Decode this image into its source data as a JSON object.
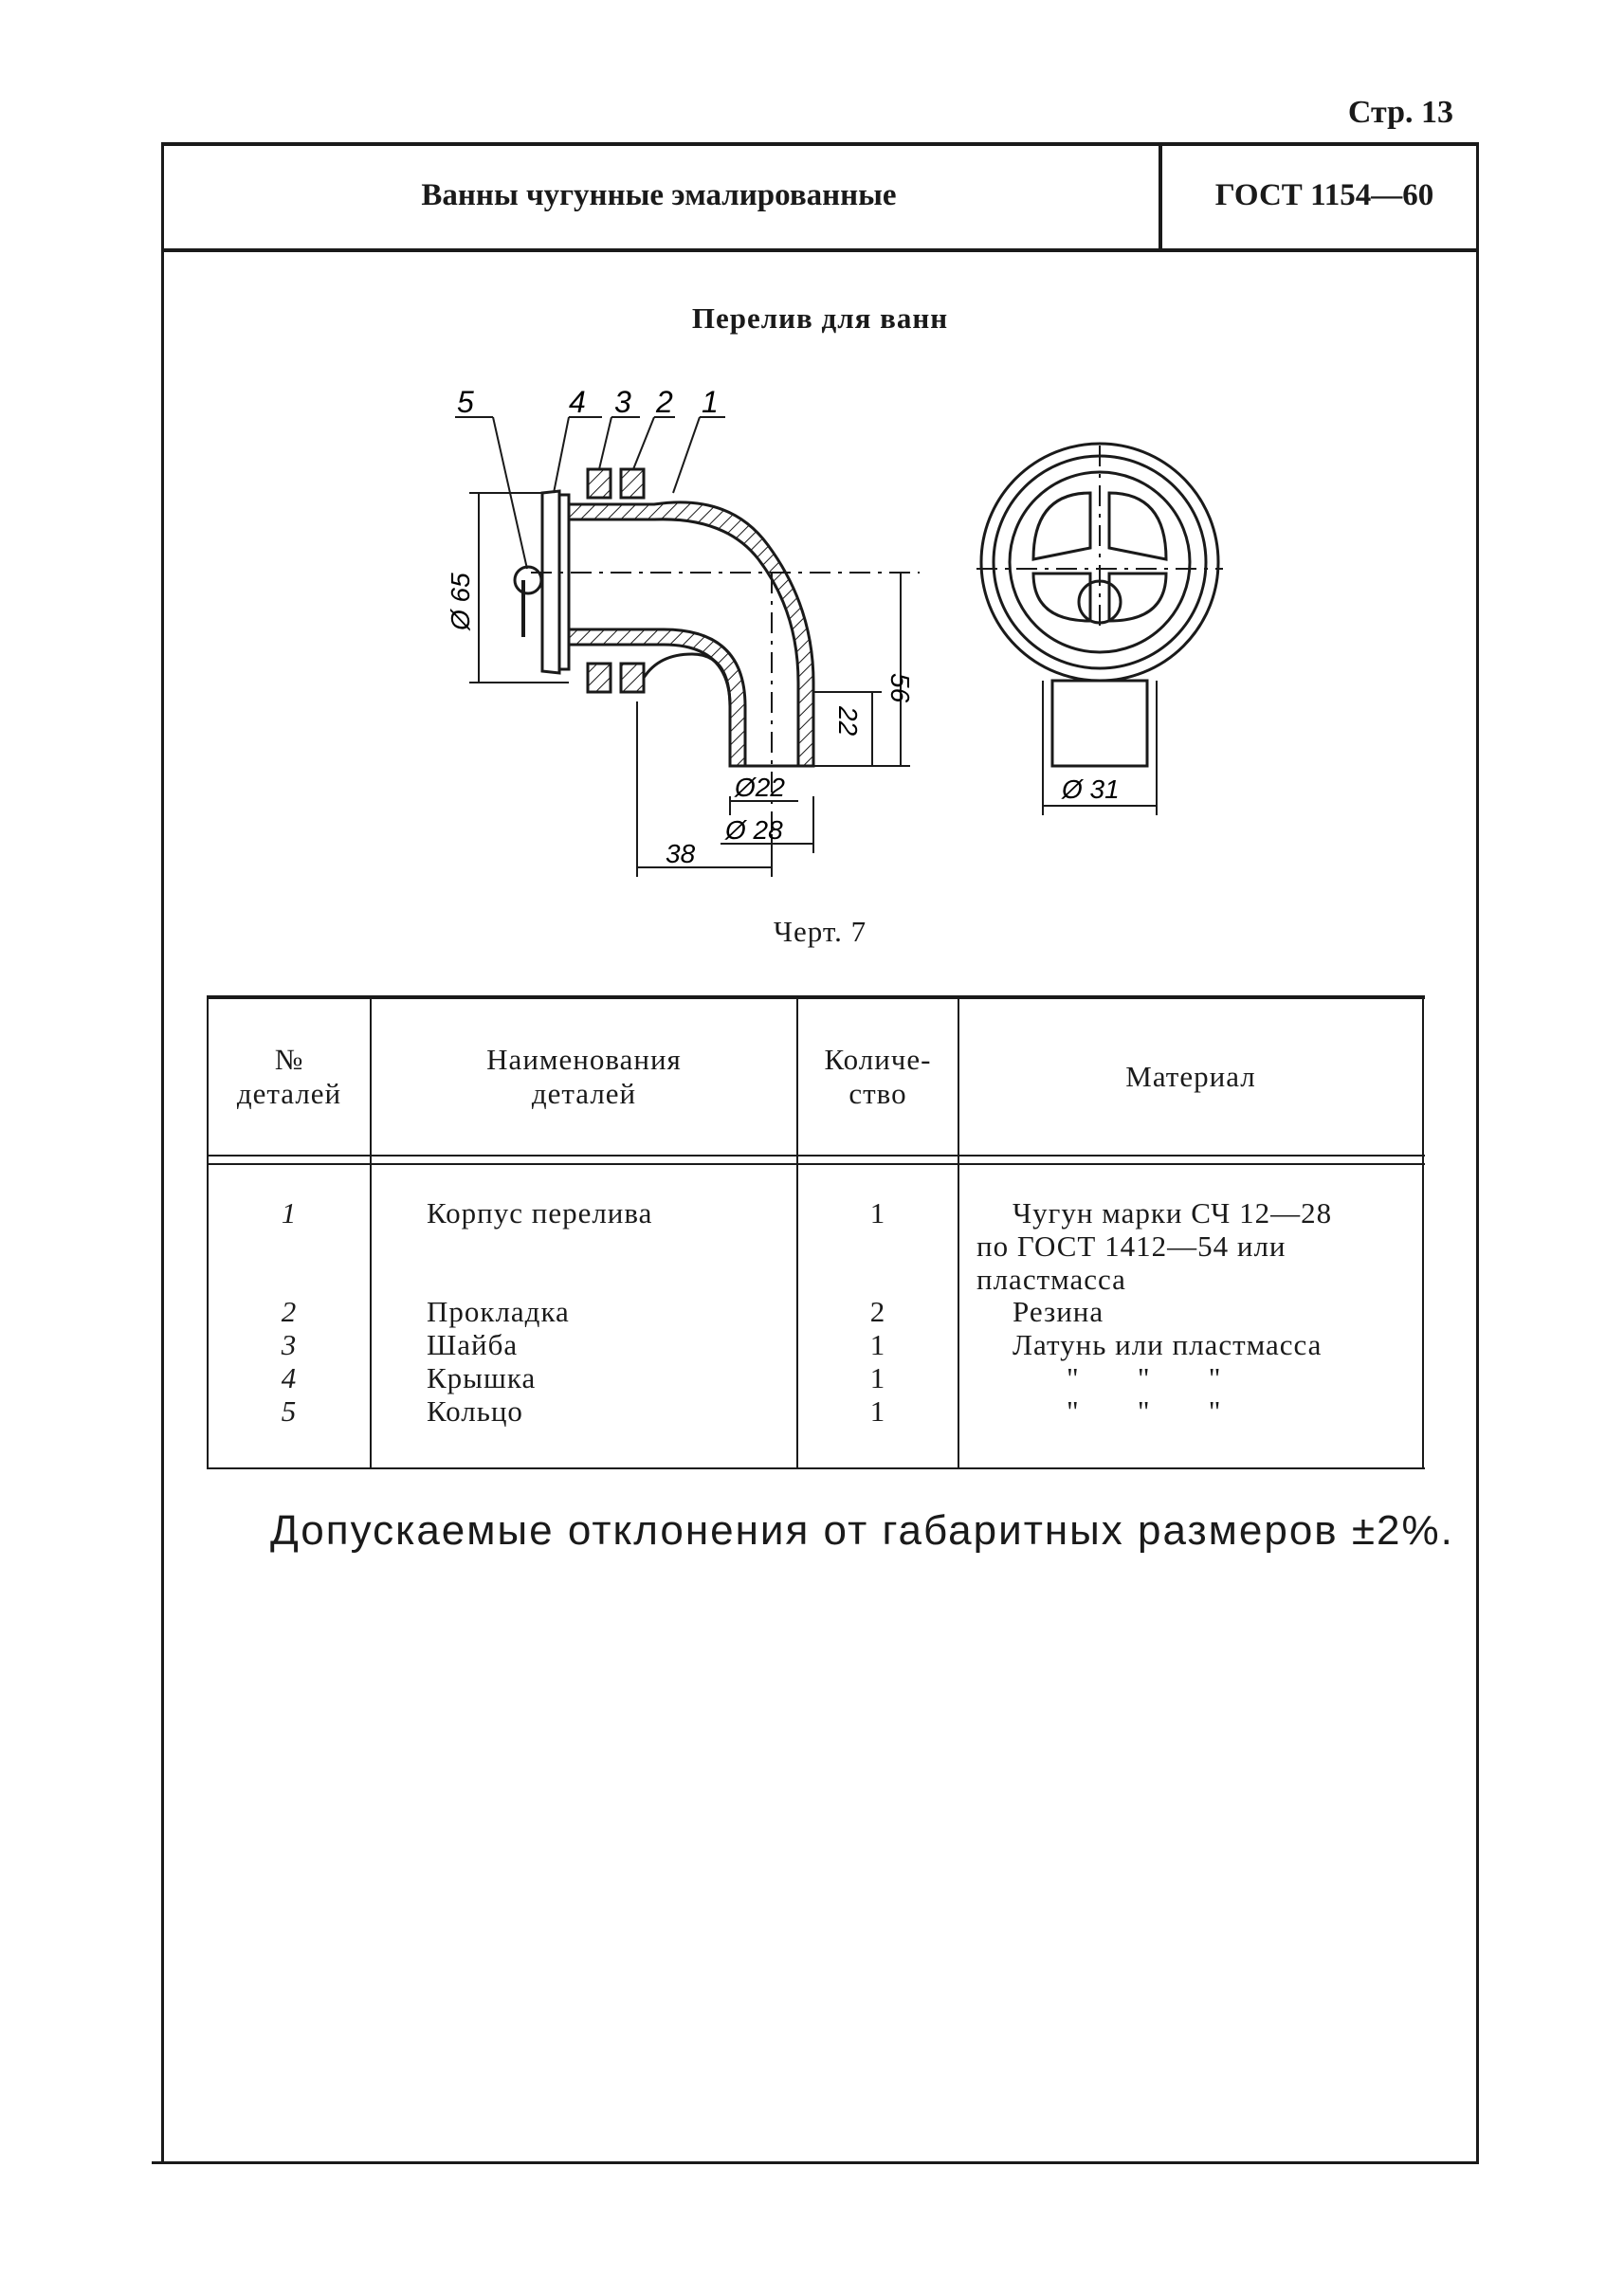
{
  "page": {
    "number": "Стр. 13"
  },
  "header": {
    "title": "Ванны чугунные эмалированные",
    "standard": "ГОСТ 1154—60"
  },
  "figure": {
    "title": "Перелив для ванн",
    "caption": "Черт. 7",
    "callouts": [
      "5",
      "4",
      "3",
      "2",
      "1"
    ],
    "dimensions": {
      "d65": "Ø 65",
      "h56": "56",
      "h22": "22",
      "d22": "Ø22",
      "d28": "Ø 28",
      "w38": "38",
      "d31": "Ø 31"
    }
  },
  "table": {
    "headers": {
      "number": [
        "№",
        "деталей"
      ],
      "name": [
        "Наименования",
        "деталей"
      ],
      "quantity": [
        "Количе-",
        "ство"
      ],
      "material": [
        "Материал"
      ]
    },
    "rows": [
      {
        "number": "1",
        "name": "Корпус перелива",
        "quantity": "1",
        "material": [
          "Чугун марки СЧ 12—28",
          "по ГОСТ 1412—54 или",
          "пластмасса"
        ]
      },
      {
        "number": "2",
        "name": "Прокладка",
        "quantity": "2",
        "material": [
          "Резина"
        ]
      },
      {
        "number": "3",
        "name": "Шайба",
        "quantity": "1",
        "material": [
          "Латунь или пластмасса"
        ]
      },
      {
        "number": "4",
        "name": "Крышка",
        "quantity": "1",
        "material": [
          "\"       \"       \""
        ]
      },
      {
        "number": "5",
        "name": "Кольцо",
        "quantity": "1",
        "material": [
          "\"       \"       \""
        ]
      }
    ]
  },
  "note": "Допускаемые отклонения от габаритных размеров ±2%."
}
